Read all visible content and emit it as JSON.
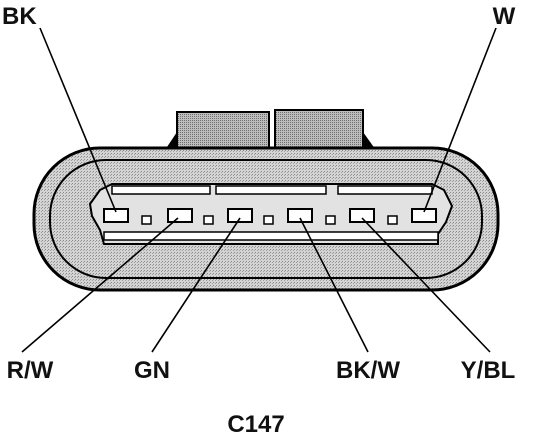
{
  "connector": {
    "id": "C147",
    "wire_labels": {
      "top_left": "BK",
      "top_right": "W",
      "bottom_1": "R/W",
      "bottom_2": "GN",
      "bottom_3": "BK/W",
      "bottom_4": "Y/BL"
    },
    "colors": {
      "body": "#c8c8c8",
      "outline": "#000000",
      "text": "#111111"
    }
  }
}
